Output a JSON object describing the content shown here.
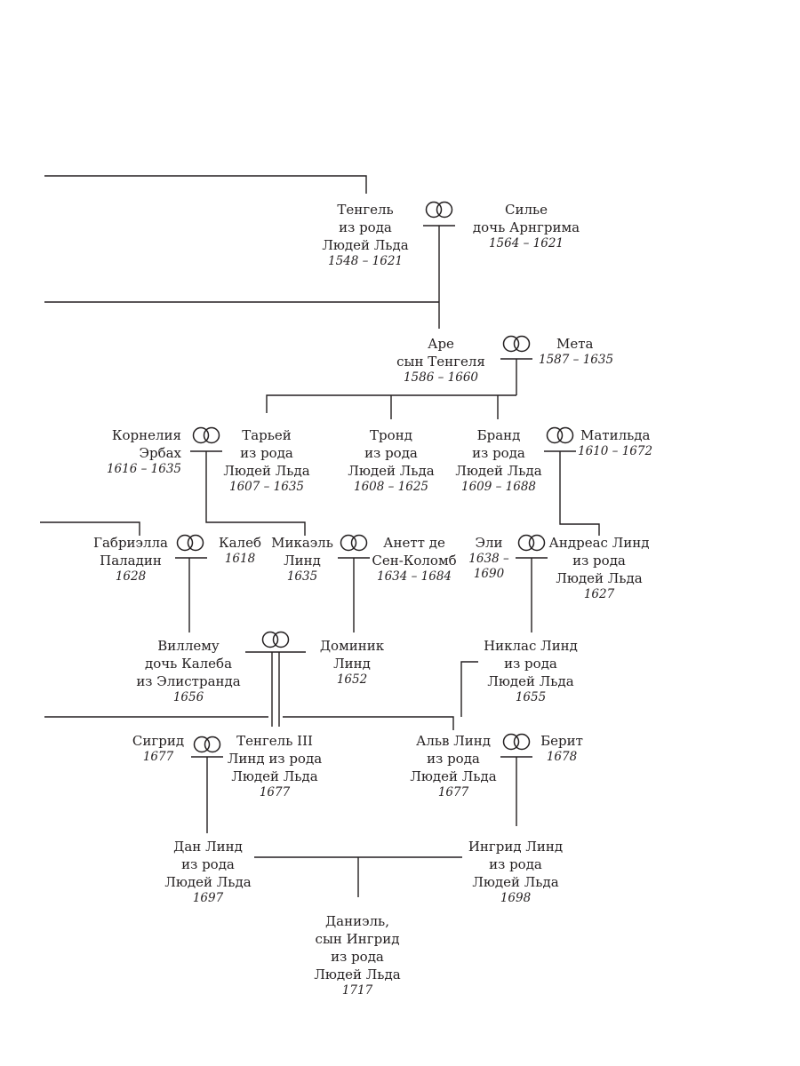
{
  "colors": {
    "ink": "#231f20",
    "background": "#ffffff"
  },
  "marriage_icon": "wedding-rings-icon",
  "people": {
    "tengel": {
      "name": [
        "Тенгель",
        "из рода",
        "Людей Льда"
      ],
      "years": "1548 – 1621"
    },
    "silje": {
      "name": [
        "Силье",
        "дочь Арнгрима"
      ],
      "years": "1564 – 1621"
    },
    "are": {
      "name": [
        "Аре",
        "сын Тенгеля"
      ],
      "years": "1586 – 1660"
    },
    "meta": {
      "name": [
        "Мета"
      ],
      "years": "1587 – 1635"
    },
    "kornelia": {
      "name": [
        "Корнелия",
        "Эрбах"
      ],
      "years": "1616 – 1635"
    },
    "tarjei": {
      "name": [
        "Тарьей",
        "из рода",
        "Людей Льда"
      ],
      "years": "1607 – 1635"
    },
    "trond": {
      "name": [
        "Тронд",
        "из рода",
        "Людей Льда"
      ],
      "years": "1608 – 1625"
    },
    "brand": {
      "name": [
        "Бранд",
        "из рода",
        "Людей Льда"
      ],
      "years": "1609 – 1688"
    },
    "matilda": {
      "name": [
        "Матильда"
      ],
      "years": "1610 – 1672"
    },
    "gabriella": {
      "name": [
        "Габриэлла",
        "Паладин"
      ],
      "years": "1628"
    },
    "kaleb": {
      "name": [
        "Калеб"
      ],
      "years": "1618"
    },
    "mikael": {
      "name": [
        "Микаэль",
        "Линд"
      ],
      "years": "1635"
    },
    "anett": {
      "name": [
        "Анетт де",
        "Сен-Коломб"
      ],
      "years": "1634 – 1684"
    },
    "eli": {
      "name": [
        "Эли"
      ],
      "years_lines": [
        "1638 –",
        "1690"
      ]
    },
    "andreas": {
      "name": [
        "Андреас Линд",
        "из рода",
        "Людей Льда"
      ],
      "years": "1627"
    },
    "villemo": {
      "name": [
        "Виллему",
        "дочь Калеба",
        "из Элистранда"
      ],
      "years": "1656"
    },
    "dominik": {
      "name": [
        "Доминик",
        "Линд"
      ],
      "years": "1652"
    },
    "niklas": {
      "name": [
        "Никлас Линд",
        "из рода",
        "Людей Льда"
      ],
      "years": "1655"
    },
    "sigrid": {
      "name": [
        "Сигрид"
      ],
      "years": "1677"
    },
    "tengel3": {
      "name": [
        "Тенгель III",
        "Линд из рода",
        "Людей Льда"
      ],
      "years": "1677"
    },
    "alv": {
      "name": [
        "Альв Линд",
        "из рода",
        "Людей Льда"
      ],
      "years": "1677"
    },
    "berit": {
      "name": [
        "Берит"
      ],
      "years": "1678"
    },
    "dan": {
      "name": [
        "Дан Линд",
        "из рода",
        "Людей Льда"
      ],
      "years": "1697"
    },
    "ingrid": {
      "name": [
        "Ингрид Линд",
        "из рода",
        "Людей Льда"
      ],
      "years": "1698"
    },
    "daniel": {
      "name": [
        "Даниэль,",
        "сын Ингрид",
        "из рода",
        "Людей Льда"
      ],
      "years": "1717"
    }
  }
}
